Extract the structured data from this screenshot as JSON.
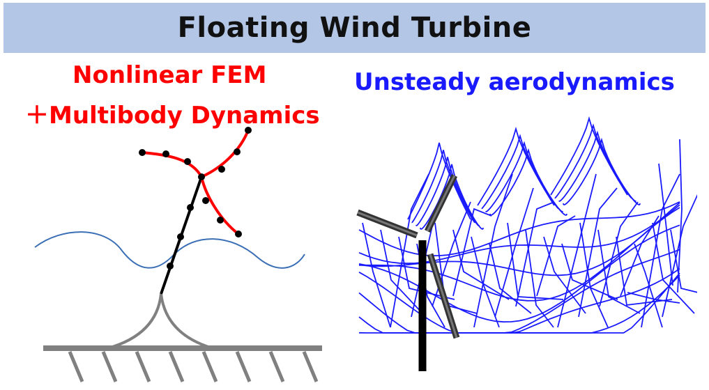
{
  "title": "Floating Wind Turbine",
  "left_label_line1": "Nonlinear FEM",
  "left_label_line2": "＋Multibody Dynamics",
  "right_label": "Unsteady aerodynamics",
  "colors": {
    "title_bar": "#b4c6e6",
    "fem_label": "#ff0000",
    "aero_label": "#1a1aff",
    "blade_fem": "#ff0000",
    "tower": "#000000",
    "wave": "#3b6fb5",
    "mooring": "#808080",
    "wake_mesh": "#1a1aff",
    "rotor_blade": "#444444"
  }
}
